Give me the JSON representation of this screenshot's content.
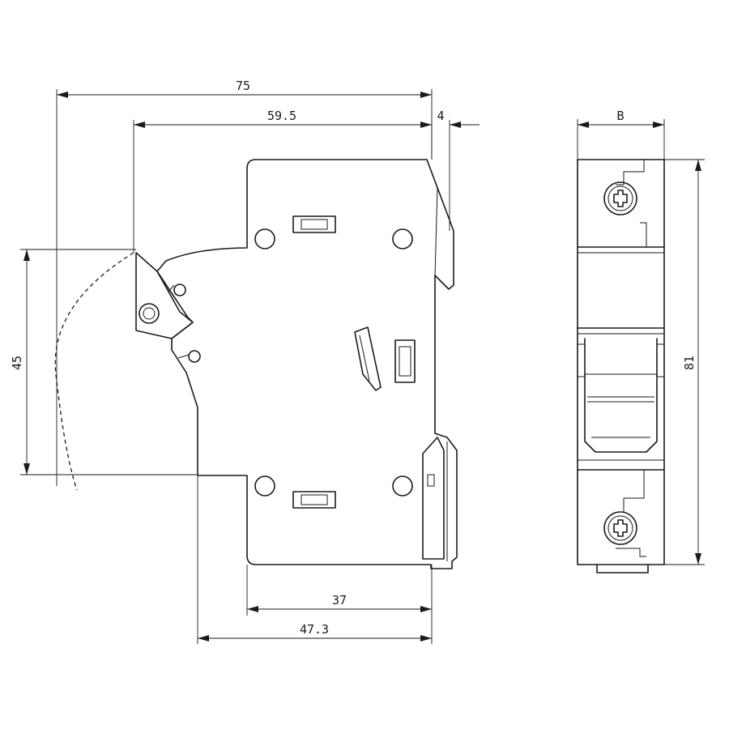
{
  "dimensions": {
    "overall_depth": "75",
    "front_depth": "59.5",
    "rail_offset": "4",
    "handle_height": "45",
    "bottom_depth_inner": "37",
    "bottom_depth_outer": "47.3",
    "width": "B",
    "height": "81"
  },
  "colors": {
    "line": "#1a1a1a",
    "background": "#ffffff"
  }
}
